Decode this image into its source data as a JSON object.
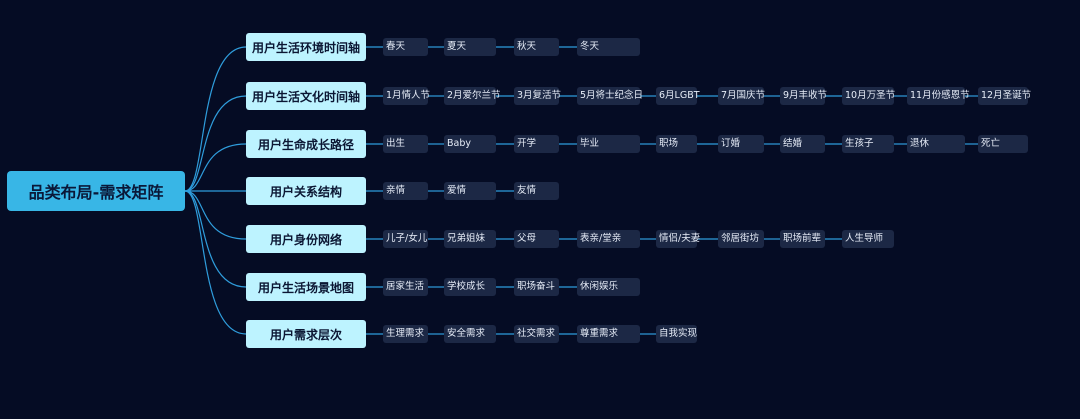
{
  "theme": {
    "background": "#050c24",
    "root_color": "#38b6e6",
    "branch_color": "#bdf3ff",
    "leaf_color": "#1c2845",
    "line_color": "#2f9ddc"
  },
  "root": {
    "label": "品类布局-需求矩阵"
  },
  "branches": [
    {
      "label": "用户生活环境时间轴",
      "items": [
        "春天",
        "夏天",
        "秋天",
        "冬天"
      ]
    },
    {
      "label": "用户生活文化时间轴",
      "items": [
        "1月情人节",
        "2月爱尔兰节",
        "3月复活节",
        "5月将士纪念日",
        "6月LGBT",
        "7月国庆节",
        "9月丰收节",
        "10月万圣节",
        "11月份感恩节",
        "12月圣诞节"
      ]
    },
    {
      "label": "用户生命成长路径",
      "items": [
        "出生",
        "Baby",
        "开学",
        "毕业",
        "职场",
        "订婚",
        "结婚",
        "生孩子",
        "退休",
        "死亡"
      ]
    },
    {
      "label": "用户关系结构",
      "items": [
        "亲情",
        "爱情",
        "友情"
      ]
    },
    {
      "label": "用户身份网络",
      "items": [
        "儿子/女儿",
        "兄弟姐妹",
        "父母",
        "表亲/堂亲",
        "情侣/夫妻",
        "邻居街坊",
        "职场前辈",
        "人生导师"
      ]
    },
    {
      "label": "用户生活场景地图",
      "items": [
        "居家生活",
        "学校成长",
        "职场奋斗",
        "休闲娱乐"
      ]
    },
    {
      "label": "用户需求层次",
      "items": [
        "生理需求",
        "安全需求",
        "社交需求",
        "尊重需求",
        "自我实现"
      ]
    }
  ]
}
